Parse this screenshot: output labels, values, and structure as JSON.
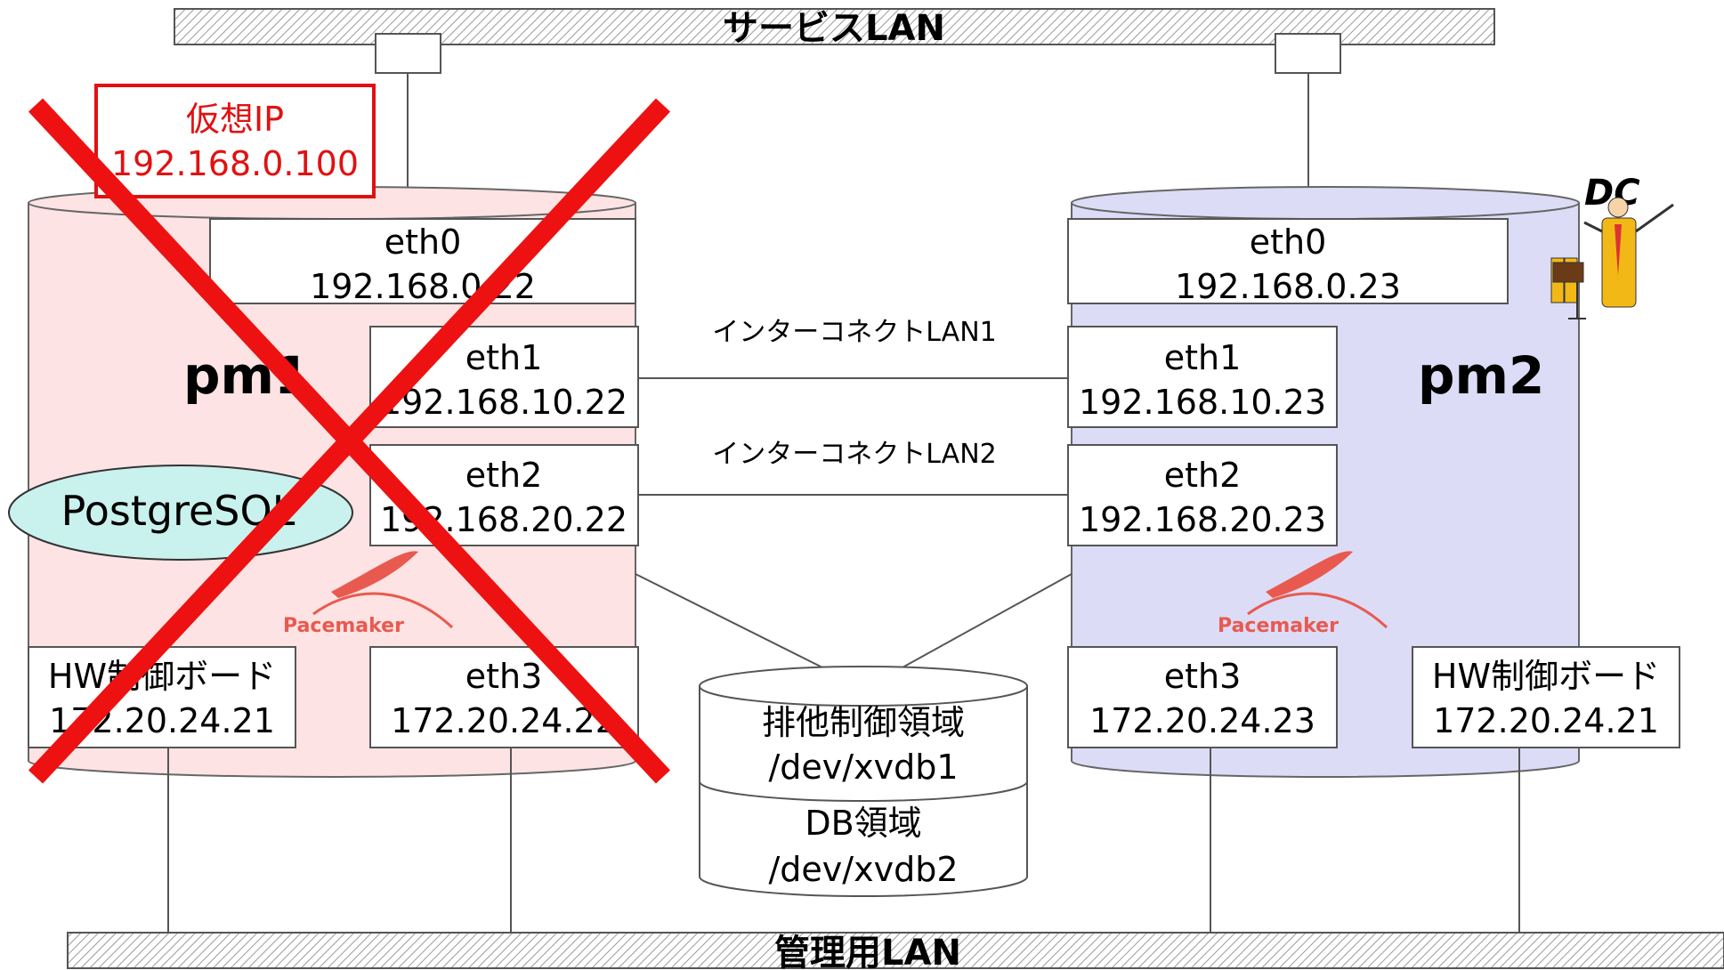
{
  "networks": {
    "service_lan": "サービスLAN",
    "mgmt_lan": "管理用LAN",
    "interconnect1": "インターコネクトLAN1",
    "interconnect2": "インターコネクトLAN2"
  },
  "vip": {
    "label": "仮想IP",
    "address": "192.168.0.100"
  },
  "pm1": {
    "name": "pm1",
    "eth0": {
      "label": "eth0",
      "ip": "192.168.0.22"
    },
    "eth1": {
      "label": "eth1",
      "ip": "192.168.10.22"
    },
    "eth2": {
      "label": "eth2",
      "ip": "192.168.20.22"
    },
    "eth3": {
      "label": "eth3",
      "ip": "172.20.24.22"
    },
    "hw": {
      "label": "HW制御ボード",
      "ip": "172.20.24.21"
    },
    "resource": "PostgreSQL",
    "logo": "Pacemaker"
  },
  "pm2": {
    "name": "pm2",
    "dc": "DC",
    "eth0": {
      "label": "eth0",
      "ip": "192.168.0.23"
    },
    "eth1": {
      "label": "eth1",
      "ip": "192.168.10.23"
    },
    "eth2": {
      "label": "eth2",
      "ip": "192.168.20.23"
    },
    "eth3": {
      "label": "eth3",
      "ip": "172.20.24.23"
    },
    "hw": {
      "label": "HW制御ボード",
      "ip": "172.20.24.21"
    },
    "logo": "Pacemaker"
  },
  "storage": {
    "area1_label": "排他制御領域",
    "area1_dev": "/dev/xvdb1",
    "area2_label": "DB領域",
    "area2_dev": "/dev/xvdb2"
  },
  "colors": {
    "pm1_fill": "#fde3e3",
    "pm2_fill": "#dcdcf7",
    "failure_cross": "#ee1111",
    "vip_text": "#e11111",
    "postgres_fill": "#c9f1ee",
    "logo": "#e85a4f"
  }
}
